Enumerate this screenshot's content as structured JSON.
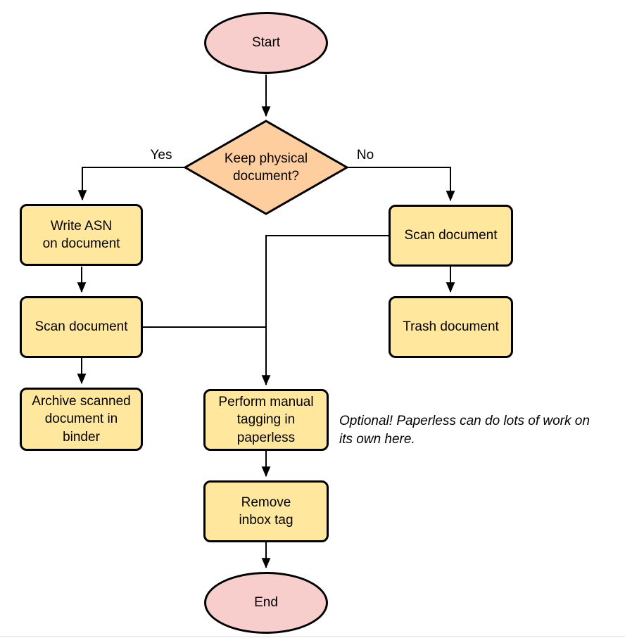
{
  "colors": {
    "terminal_fill": "#f8cecc",
    "decision_fill": "#ffce9e",
    "process_fill": "#ffe89d",
    "stroke": "#000000"
  },
  "nodes": {
    "start": {
      "label": "Start",
      "type": "terminal"
    },
    "decision": {
      "label": "Keep physical\ndocument?",
      "type": "decision"
    },
    "write_asn": {
      "label": "Write ASN\non document",
      "type": "process"
    },
    "scan_left": {
      "label": "Scan document",
      "type": "process"
    },
    "archive": {
      "label": "Archive scanned\ndocument in\nbinder",
      "type": "process"
    },
    "scan_right": {
      "label": "Scan document",
      "type": "process"
    },
    "trash": {
      "label": "Trash document",
      "type": "process"
    },
    "tagging": {
      "label": "Perform manual\ntagging in\npaperless",
      "type": "process"
    },
    "remove_inbox": {
      "label": "Remove\ninbox tag",
      "type": "process"
    },
    "end": {
      "label": "End",
      "type": "terminal"
    }
  },
  "edge_labels": {
    "yes": "Yes",
    "no": "No"
  },
  "annotation": "Optional! Paperless can do lots of work on\nits own here."
}
